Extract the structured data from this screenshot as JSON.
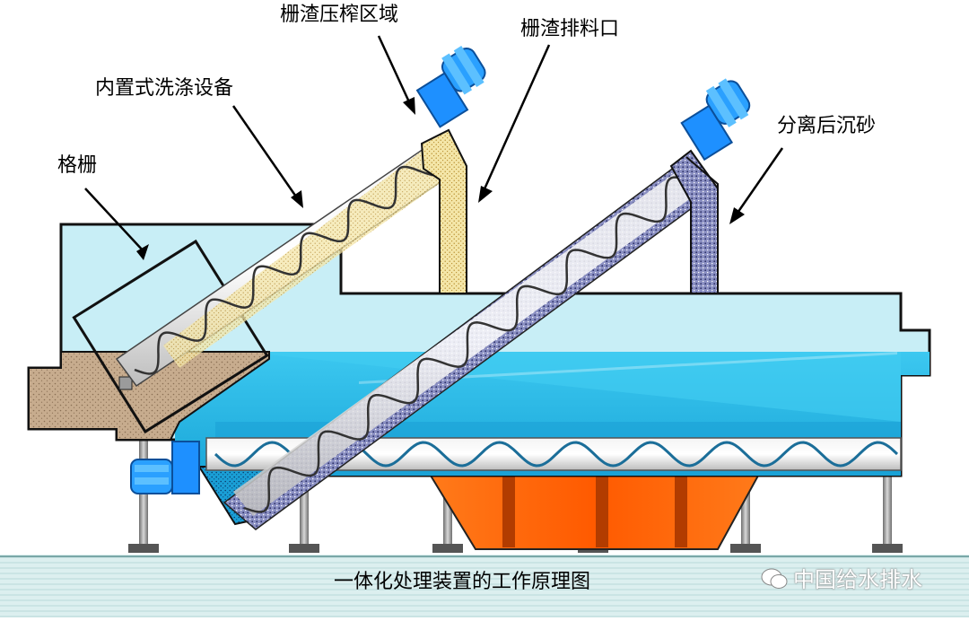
{
  "labels": {
    "screen": "格栅",
    "washer": "内置式洗涤设备",
    "press_zone": "栅渣压榨区域",
    "discharge": "栅渣排料口",
    "sand": "分离后沉砂"
  },
  "caption": "一体化处理装置的工作原理图",
  "watermark": "中国给水排水",
  "colors": {
    "water_light": "#c8eef6",
    "water_deep": "#18b7e6",
    "sludge": "#c7ac8e",
    "hopper": "#ff6a10",
    "motor": "#1e90ff",
    "screenings": "#f4e6a8",
    "sand": "#7a7fb6",
    "ground": "#d8ecee"
  }
}
